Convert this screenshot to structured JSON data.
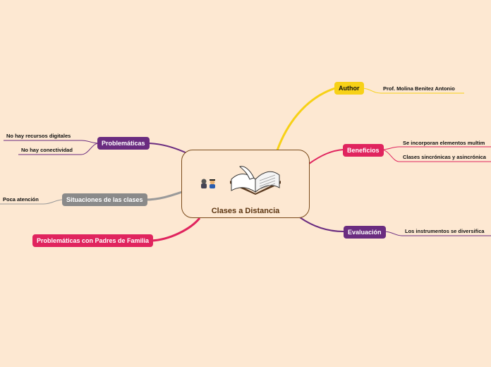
{
  "center": {
    "title": "Clases a Distancia"
  },
  "colors": {
    "author": "#f7d117",
    "beneficios": "#e0245e",
    "evaluacion": "#6a2c80",
    "problematicas": "#6a2c80",
    "situaciones": "#8a8a8a",
    "padres": "#e0245e",
    "link_author": "#f7d117",
    "link_red": "#e0245e",
    "link_purple": "#6a2c80",
    "link_gray": "#9a9a9a",
    "background": "#fde8d2"
  },
  "topics": {
    "author": {
      "label": "Author",
      "children": [
        "Prof. Molina Benitez Antonio"
      ]
    },
    "beneficios": {
      "label": "Beneficios",
      "children": [
        "Se incorporan elementos multim",
        "Clases sincrónicas y asincrónica"
      ]
    },
    "evaluacion": {
      "label": "Evaluación",
      "children": [
        "Los instrumentos se diversifica"
      ]
    },
    "problematicas": {
      "label": "Problemáticas",
      "children": [
        "No hay recursos digitales",
        "No hay conectividad"
      ]
    },
    "situaciones": {
      "label": "Situaciones de las clases",
      "children": [
        "Poca atención"
      ]
    },
    "padres": {
      "label": "Problemáticas con Padres de Familia",
      "children": []
    }
  },
  "icons": [
    "people-icon",
    "open-book-icon"
  ]
}
